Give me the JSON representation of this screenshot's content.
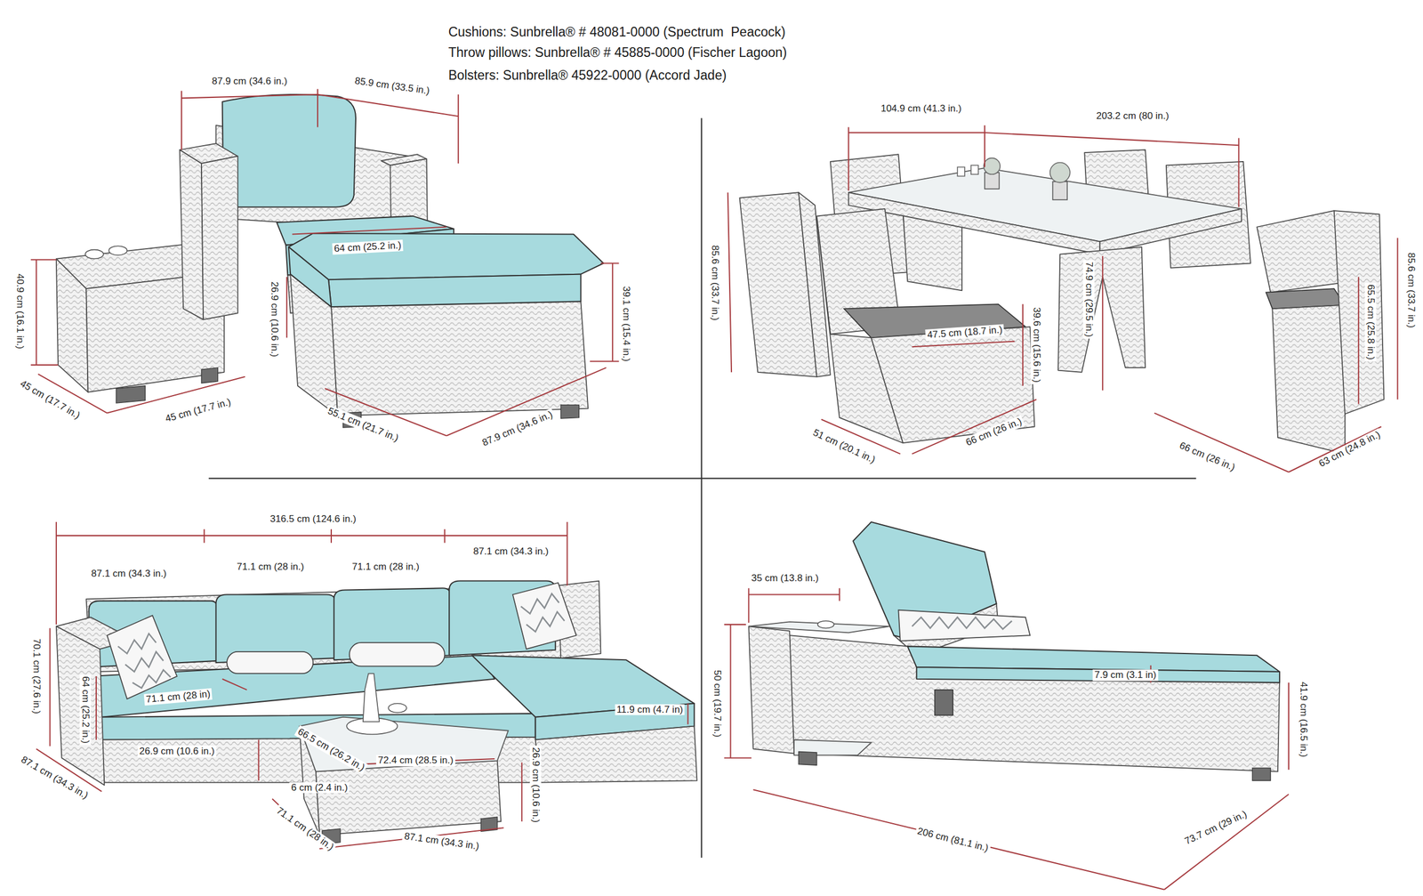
{
  "diagram": {
    "labels": [
      "Cushions: Sunbrella® # 48081-0000 (Spectrum  Peacock)",
      "Throw pillows: Sunbrella® # 45885-0000 (Fischer Lagoon)",
      "Bolsters: Sunbrella® 45922-0000 (Accord Jade)",
      "87.9 cm (34.6 in.)",
      "85.9 cm (33.5 in.)",
      "64 cm (25.2 in.)",
      "40.9 cm (16.1 in.)",
      "26.9 cm (10.6 in.)",
      "39.1 cm (15.4 in.)",
      "45 cm (17.7 in.)",
      "45 cm (17.7 in.)",
      "55.1 cm (21.7 in.)",
      "87.9 cm (34.6 in.)",
      "104.9 cm (41.3 in.)",
      "203.2 cm (80 in.)",
      "85.6 cm (33.7 in.)",
      "74.9 cm (29.5 in.)",
      "47.5 cm (18.7 in.)",
      "39.6 cm (15.6 in.)",
      "65.5 cm (25.8 in.)",
      "85.6 cm (33.7 in.)",
      "51 cm (20.1 in.)",
      "66 cm (26 in.)",
      "66 cm (26 in.)",
      "63 cm (24.8 in.)",
      "316.5 cm (124.6 in.)",
      "87.1 cm (34.3 in.)",
      "71.1 cm (28 in.)",
      "71.1 cm (28 in.)",
      "87.1 cm (34.3 in.)",
      "70.1 cm (27.6 in.)",
      "64 cm (25.2 in.)",
      "71.1 cm (28 in)",
      "11.9 cm (4.7 in)",
      "26.9 cm (10.6 in.)",
      "66.5 cm (26.2 in.)",
      "72.4 cm (28.5 in.)",
      "6 cm (2.4 in.)",
      "87.1 cm (34.3 in.)",
      "26.9 cm (10.6 in.)",
      "71.1 cm (28 in.)",
      "87.1 cm (34.3 in.)",
      "35 cm (13.8 in.)",
      "50 cm (19.7 in.)",
      "7.9 cm (3.1 in)",
      "41.9 cm (16.5 in.)",
      "206 cm (81.1 in.)",
      "73.7 cm (29 in.)"
    ]
  }
}
